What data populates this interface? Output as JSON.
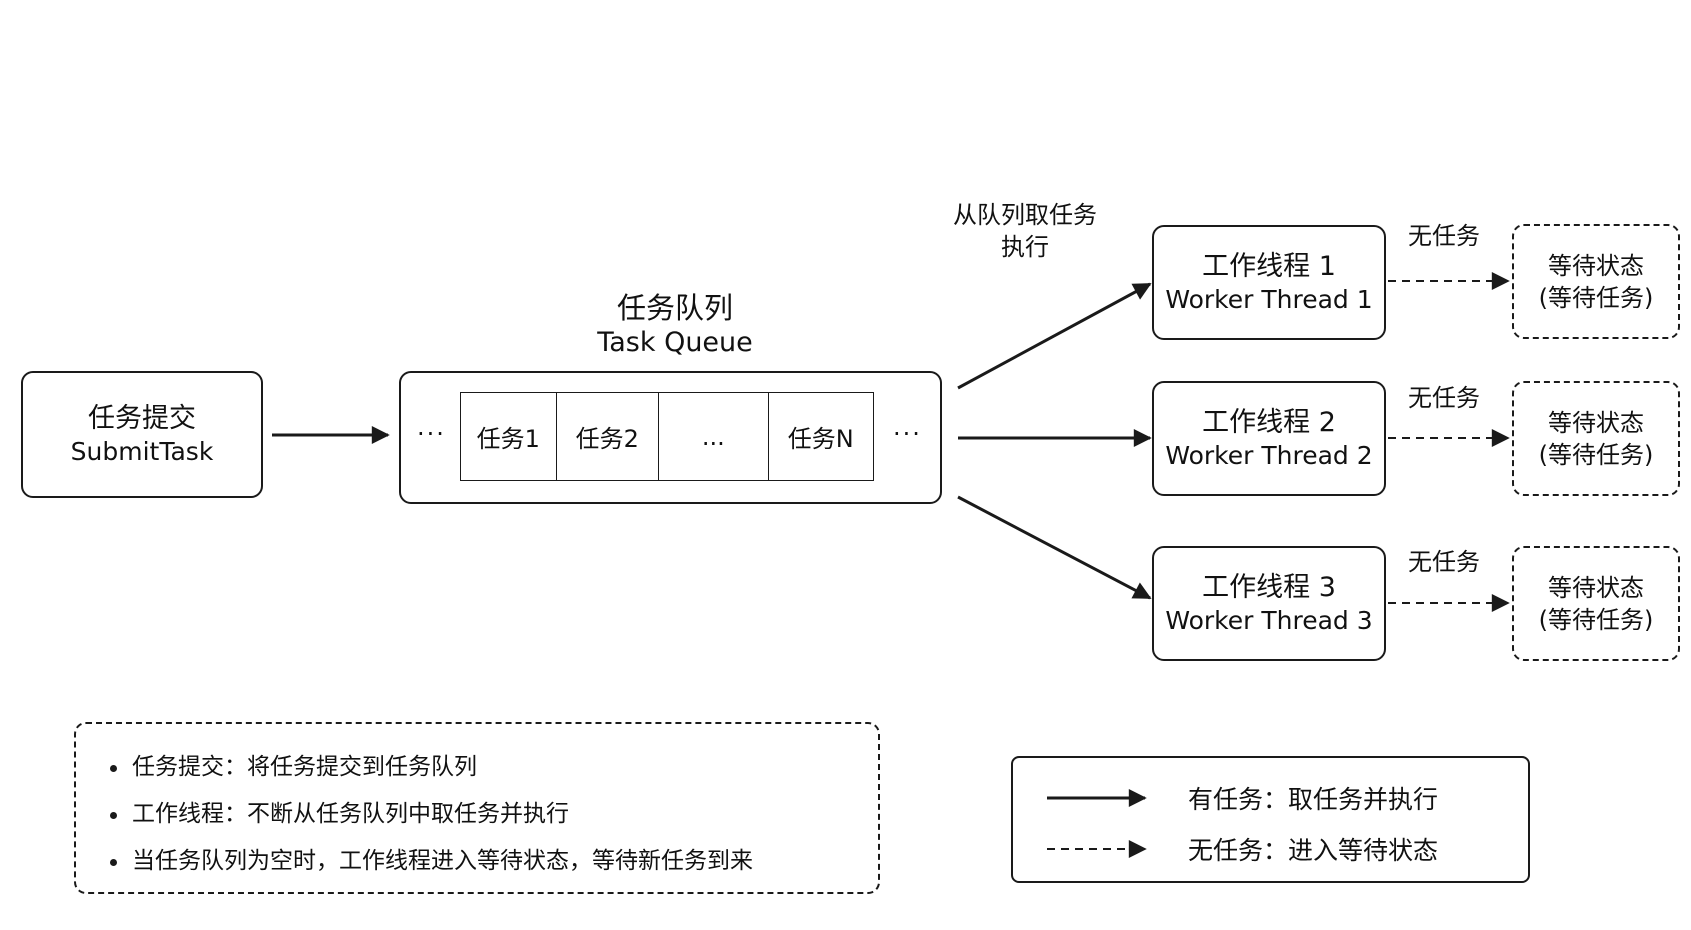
{
  "submit": {
    "cn": "任务提交",
    "en": "SubmitTask"
  },
  "queue": {
    "title_cn": "任务队列",
    "title_en": "Task Queue",
    "cells": [
      "任务1",
      "任务2",
      "...",
      "任务N"
    ],
    "left_ellipsis": "···",
    "right_ellipsis": "···"
  },
  "fetch_label": [
    "从队列取任务",
    "执行"
  ],
  "workers": [
    {
      "cn": "工作线程 1",
      "en": "Worker Thread 1"
    },
    {
      "cn": "工作线程 2",
      "en": "Worker Thread 2"
    },
    {
      "cn": "工作线程 3",
      "en": "Worker Thread 3"
    }
  ],
  "no_task_label": "无任务",
  "waiting": {
    "line1": "等待状态",
    "line2": "(等待任务)"
  },
  "notes": [
    "任务提交：将任务提交到任务队列",
    "工作线程：不断从任务队列中取任务并执行",
    "当任务队列为空时，工作线程进入等待状态，等待新任务到来"
  ],
  "legend": {
    "solid": "有任务：取任务并执行",
    "dashed": "无任务：进入等待状态"
  }
}
